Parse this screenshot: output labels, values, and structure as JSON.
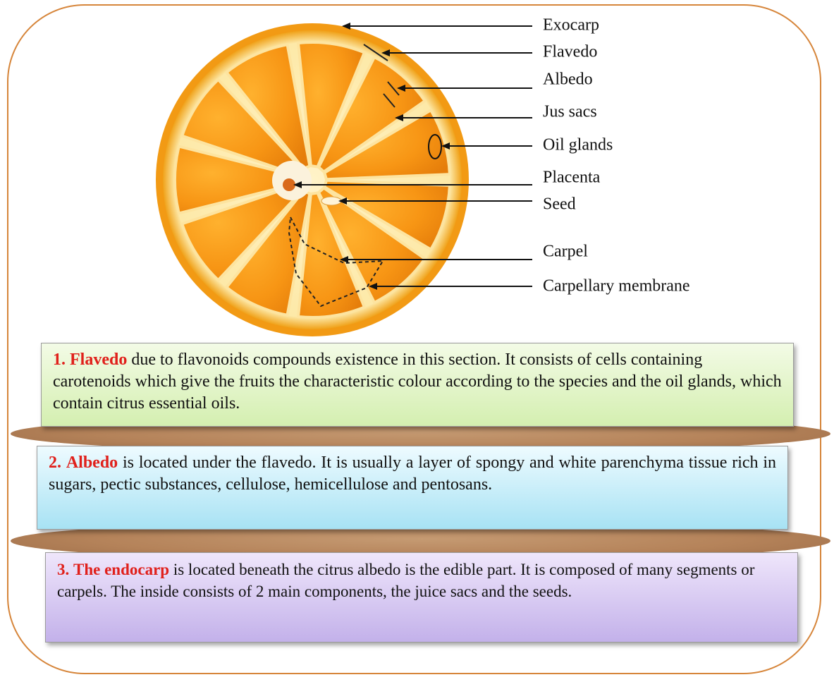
{
  "colors": {
    "frame": "#d6853a",
    "accent_number": "#e0201b"
  },
  "labels": [
    "Exocarp",
    "Flavedo",
    "Albedo",
    "Jus sacs",
    "Oil glands",
    "Placenta",
    "Seed",
    "Carpel",
    "Carpellary membrane"
  ],
  "box1": {
    "num": "1.",
    "term": "Flavedo",
    "text": " due to flavonoids compounds existence in this section. It consists of cells containing carotenoids which give the fruits the characteristic colour according to the species and the oil glands, which contain citrus essential oils."
  },
  "box2": {
    "num": "2.",
    "term": "Albedo",
    "text": " is located under the flavedo. It is usually a layer of spongy and white parenchyma tissue rich in sugars, pectic substances, cellulose, hemicellulose and pentosans."
  },
  "box3": {
    "num": "3.",
    "term": "The endocarp",
    "text": " is located beneath the citrus albedo is the edible part. It is composed of many segments or carpels. The inside consists of 2 main components, the juice sacs and the seeds."
  }
}
